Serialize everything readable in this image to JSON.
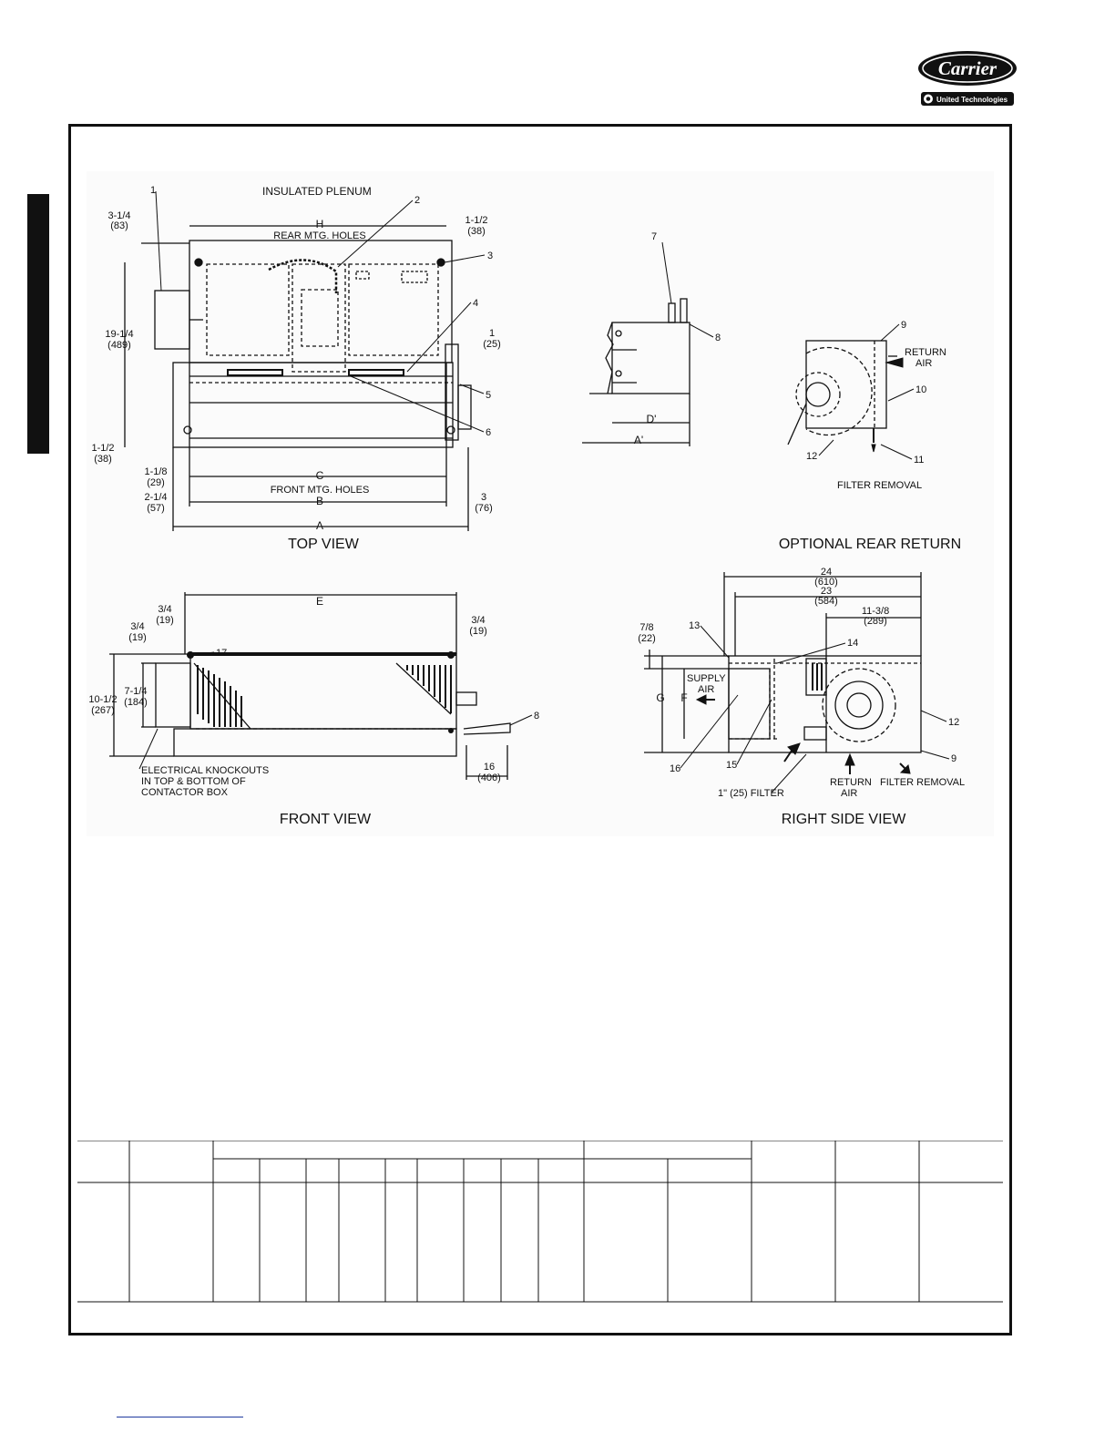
{
  "brand": {
    "name": "Carrier",
    "tagline": "United Technologies"
  },
  "views": {
    "top": "TOP VIEW",
    "optional_rear": "OPTIONAL REAR RETURN",
    "front": "FRONT VIEW",
    "right_side": "RIGHT SIDE VIEW"
  },
  "labels": {
    "insulated_plenum": "INSULATED PLENUM",
    "rear_mtg_holes": "REAR MTG. HOLES",
    "front_mtg_holes": "FRONT MTG. HOLES",
    "return_air": [
      "RETURN",
      "AIR"
    ],
    "supply_air": [
      "SUPPLY",
      "AIR"
    ],
    "filter_removal": "FILTER REMOVAL",
    "filter": "1\" (25) FILTER",
    "electrical_knockouts": [
      "ELECTRICAL KNOCKOUTS",
      "IN TOP & BOTTOM OF",
      "CONTACTOR BOX"
    ]
  },
  "letters": {
    "a": "A",
    "b": "B",
    "c": "C",
    "e": "E",
    "f": "F",
    "g": "G",
    "h": "H",
    "a_prime": "A'",
    "d_prime": "D'"
  },
  "callouts": [
    "1",
    "2",
    "3",
    "4",
    "5",
    "6",
    "7",
    "8",
    "9",
    "10",
    "11",
    "12",
    "13",
    "14",
    "15",
    "16",
    "17"
  ],
  "dimensions": {
    "d_3_1_4": [
      "3-1/4",
      "(83)"
    ],
    "d_1_1_2_top": [
      "1-1/2",
      "(38)"
    ],
    "d_19_1_4": [
      "19-1/4",
      "(489)"
    ],
    "d_1": [
      "1",
      "(25)"
    ],
    "d_1_1_2_left": [
      "1-1/2",
      "(38)"
    ],
    "d_1_1_8": [
      "1-1/8",
      "(29)"
    ],
    "d_2_1_4": [
      "2-1/4",
      "(57)"
    ],
    "d_3": [
      "3",
      "(76)"
    ],
    "d_3_4_left_a": [
      "3/4",
      "(19)"
    ],
    "d_3_4_left_b": [
      "3/4",
      "(19)"
    ],
    "d_3_4_right": [
      "3/4",
      "(19)"
    ],
    "d_10_1_2": [
      "10-1/2",
      "(267)"
    ],
    "d_7_1_4": [
      "7-1/4",
      "(184)"
    ],
    "d_16": [
      "16",
      "(406)"
    ],
    "d_24": [
      "24",
      "(610)"
    ],
    "d_23": [
      "23",
      "(584)"
    ],
    "d_11_3_8": [
      "11-3/8",
      "(289)"
    ],
    "d_7_8": [
      "7/8",
      "(22)"
    ]
  }
}
